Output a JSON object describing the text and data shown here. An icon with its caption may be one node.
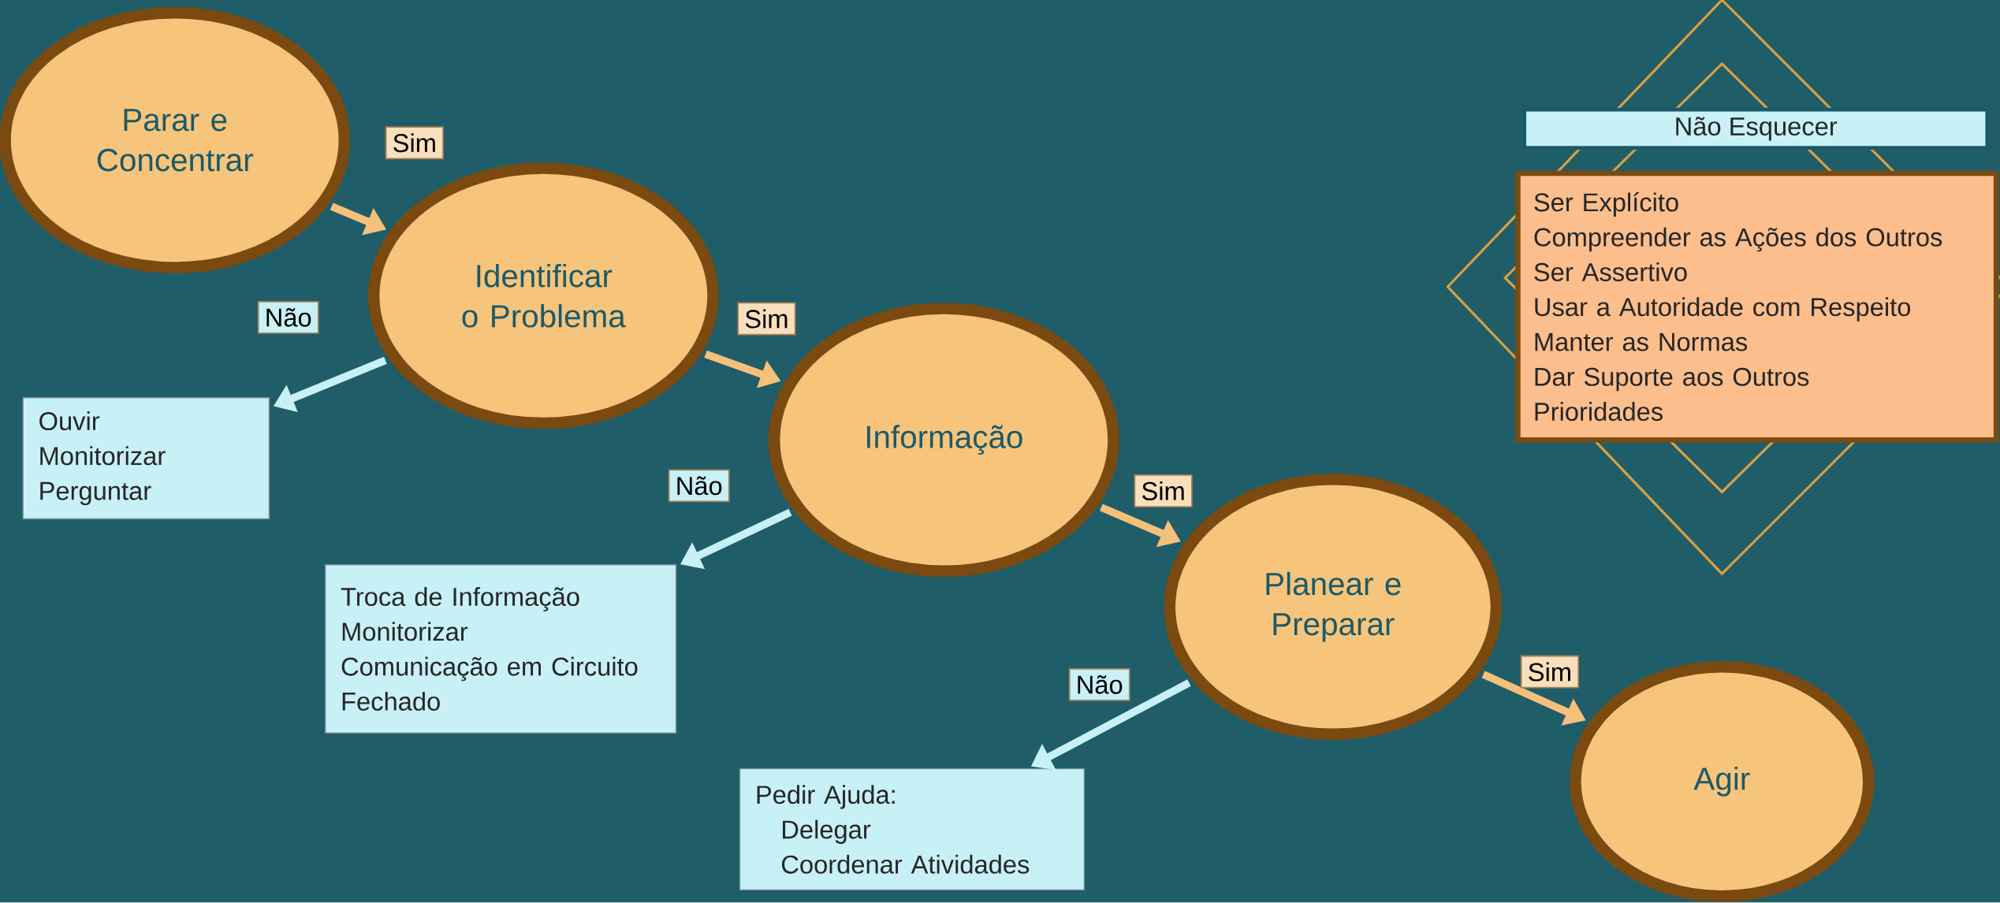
{
  "diagram": {
    "nodes": [
      {
        "text": [
          "Parar e Concentrar"
        ]
      },
      {
        "text": [
          "Identificar o Problema"
        ]
      },
      {
        "text": [
          "Ouvir",
          "Monitorizar",
          "Perguntar"
        ]
      },
      {
        "text": [
          "Informação"
        ]
      },
      {
        "text": [
          "Troca de Informação",
          "Monitorizar",
          "Comunicação em Circuito Fechado"
        ]
      },
      {
        "text": [
          "Planear e Preparar"
        ]
      },
      {
        "text": [
          "Pedir Ajuda:",
          "Delegar",
          "Coordenar Atividades"
        ]
      },
      {
        "text": [
          "Agir"
        ]
      },
      {
        "text": [
          "Não Esquecer"
        ]
      },
      {
        "text": [
          "Ser Explícito",
          "Compreender as Ações dos Outros",
          "Ser Assertivo",
          "Usar a Autoridade com Respeito",
          "Manter as Normas",
          "Dar Suporte aos Outros",
          "Prioridades"
        ]
      }
    ],
    "edges": [
      {
        "from": 0,
        "to": 1,
        "arrow": "to",
        "label": "Sim"
      },
      {
        "from": 1,
        "to": 2,
        "arrow": "to",
        "label": "Não",
        "color": "#c8f0f7"
      },
      {
        "from": 1,
        "to": 3,
        "arrow": "to",
        "label": "Sim"
      },
      {
        "from": 3,
        "to": 4,
        "arrow": "to",
        "label": "Não",
        "color": "#c8f0f7"
      },
      {
        "from": 3,
        "to": 5,
        "arrow": "to",
        "label": "Sim"
      },
      {
        "from": 5,
        "to": 6,
        "arrow": "to",
        "label": "Não",
        "color": "#c8f0f7"
      },
      {
        "from": 5,
        "to": 7,
        "arrow": "to",
        "label": "Sim"
      }
    ]
  }
}
